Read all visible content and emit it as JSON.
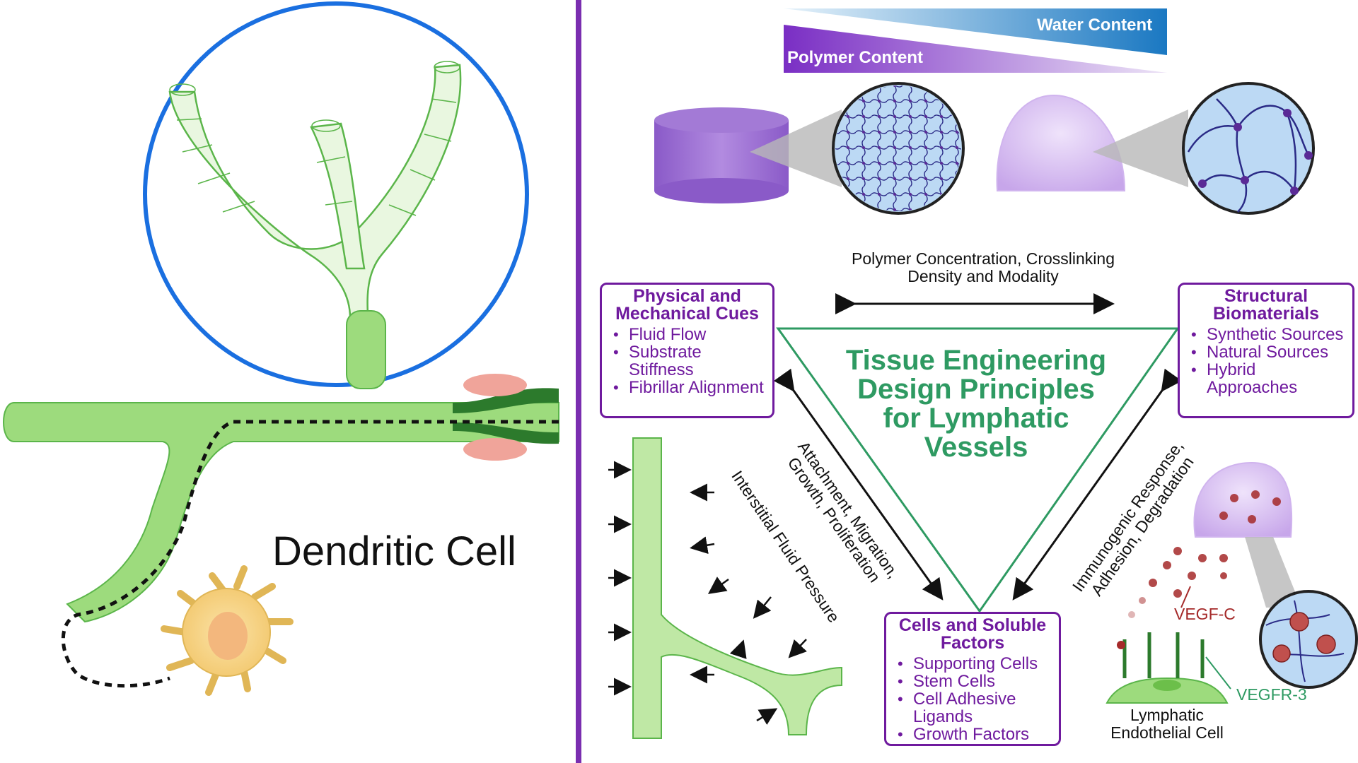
{
  "left_panel": {
    "label": "Dendritic Cell",
    "colors": {
      "vessel": "#9ddb7d",
      "vessel_dark": "#3a8c32",
      "circle": "#1a6fe0",
      "dendritic_cell": "#f5d27a"
    }
  },
  "divider_color": "#7a2eb0",
  "gradients": {
    "water": "Water Content",
    "polymer": "Polymer Content"
  },
  "top_arrow_label": "Polymer Concentration, Crosslinking Density and Modality",
  "center_title": "Tissue Engineering Design Principles for Lymphatic Vessels",
  "boxes": {
    "physical": {
      "title": "Physical and Mechanical Cues",
      "items": [
        "Fluid Flow",
        "Substrate Stiffness",
        "Fibrillar Alignment"
      ]
    },
    "structural": {
      "title": "Structural Biomaterials",
      "items": [
        "Synthetic Sources",
        "Natural Sources",
        "Hybrid Approaches"
      ]
    },
    "cells": {
      "title": "Cells and Soluble Factors",
      "items": [
        "Supporting Cells",
        "Stem Cells",
        "Cell Adhesive Ligands",
        "Growth Factors"
      ]
    }
  },
  "left_arrow_label": "Attachment, Migration, Growth, Proliferation",
  "right_arrow_label": "Immunogenic Response, Adhesion, Degradation",
  "interstitial_label": "Interstitial Fluid Pressure",
  "vegf_c": "VEGF-C",
  "vegfr3": "VEGFR-3",
  "lec_label": "Lymphatic Endothelial Cell",
  "accent_colors": {
    "purple": "#6f1a9e",
    "green": "#2e9a62",
    "blue": "#1a78c2",
    "red": "#a52a2a"
  }
}
